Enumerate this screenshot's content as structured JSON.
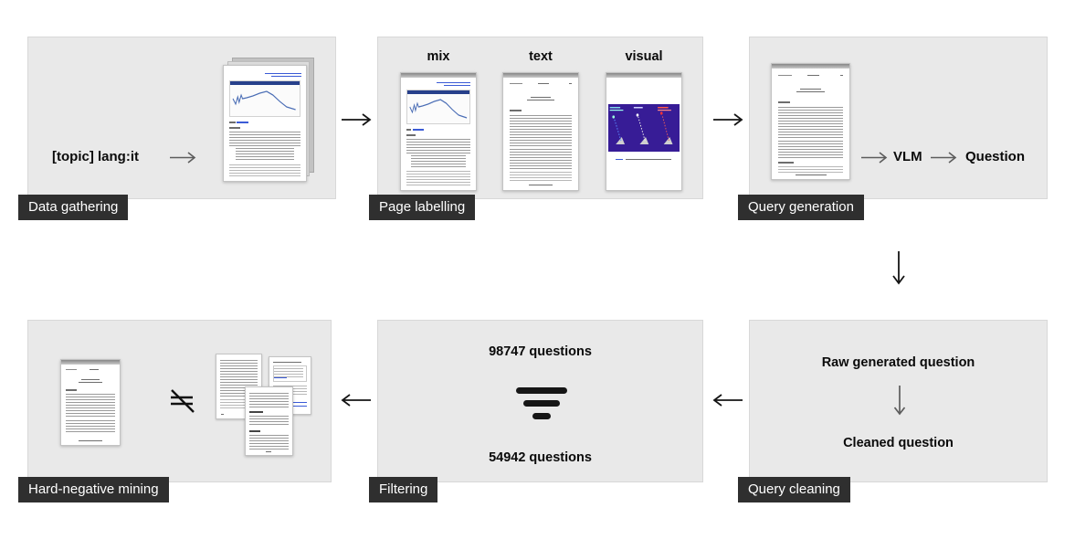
{
  "panels": {
    "data_gathering": {
      "label": "Data gathering",
      "query": "[topic] lang:it"
    },
    "page_labelling": {
      "label": "Page labelling",
      "categories": [
        "mix",
        "text",
        "visual"
      ]
    },
    "query_generation": {
      "label": "Query generation",
      "model": "VLM",
      "output": "Question"
    },
    "query_cleaning": {
      "label": "Query cleaning",
      "raw": "Raw generated question",
      "cleaned": "Cleaned question"
    },
    "filtering": {
      "label": "Filtering",
      "before": "98747 questions",
      "after": "54942 questions"
    },
    "hard_negative_mining": {
      "label": "Hard-negative mining"
    }
  },
  "colors": {
    "panel_bg": "#e9e9e9",
    "panel_border": "#d8d8d8",
    "label_bg": "#2f2f2f",
    "label_text": "#ffffff",
    "arrow_dark": "#141414",
    "arrow_gray": "#5c5c5c",
    "chart_header": "#27408b",
    "chart_line": "#4a6db5",
    "visual_purple": "#371c96",
    "link_blue": "#3b5bd6"
  }
}
